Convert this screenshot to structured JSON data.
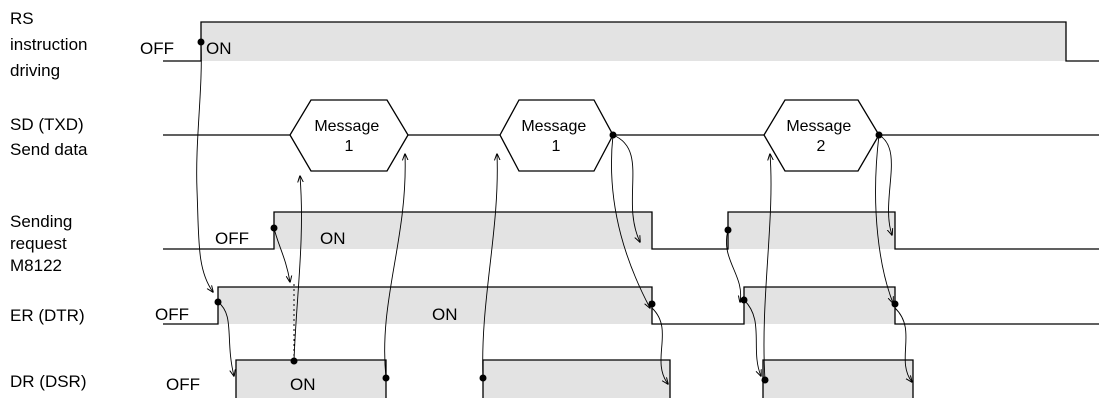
{
  "signals": [
    {
      "id": "rs",
      "lines": [
        "RS",
        "instruction",
        "driving"
      ]
    },
    {
      "id": "sd",
      "lines": [
        "SD (TXD)",
        "Send data"
      ]
    },
    {
      "id": "req",
      "lines": [
        "Sending",
        "request",
        "M8122"
      ]
    },
    {
      "id": "er",
      "lines": [
        "ER (DTR)"
      ]
    },
    {
      "id": "dr",
      "lines": [
        "DR (DSR)"
      ]
    }
  ],
  "states": {
    "off": "OFF",
    "on": "ON"
  },
  "messages": [
    {
      "lines": [
        "Message",
        "1"
      ]
    },
    {
      "lines": [
        "Message",
        "1"
      ]
    },
    {
      "lines": [
        "Message",
        "2"
      ]
    }
  ],
  "colors": {
    "band": "#e3e3e3",
    "line": "#000000"
  }
}
